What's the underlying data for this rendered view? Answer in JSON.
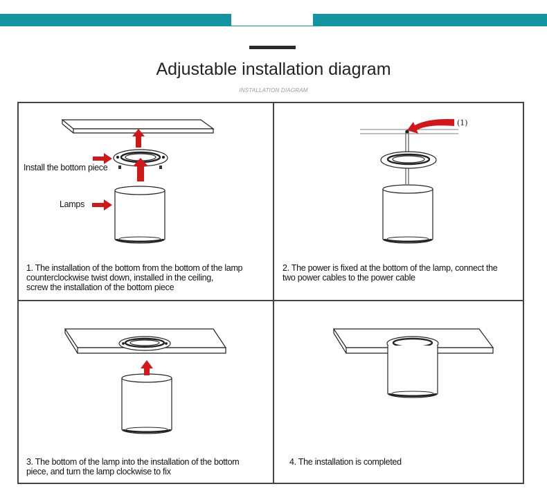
{
  "header": {
    "title": "Adjustable installation diagram",
    "subtitle": "INSTALLATION DIAGRAM",
    "accent_color": "#1294a1"
  },
  "panels": [
    {
      "caption_lines": [
        "1. The installation of the bottom from the bottom of the lamp",
        "counterclockwise twist down, installed in the ceiling,",
        "screw the installation of the bottom piece"
      ],
      "labels": {
        "bottom_piece": "Install the bottom piece",
        "lamps": "Lamps"
      }
    },
    {
      "caption_lines": [
        "2. The power is fixed at the bottom of the lamp, connect the",
        "two power cables to the power cable"
      ],
      "labels": {
        "marker": "(1)"
      }
    },
    {
      "caption_lines": [
        "3. The bottom of the lamp into the installation of the bottom",
        "piece, and turn the lamp clockwise to fix"
      ]
    },
    {
      "caption_lines": [
        "4. The installation is completed"
      ]
    }
  ],
  "colors": {
    "arrow": "#d11717",
    "line": "#222222",
    "frame": "#444444"
  }
}
